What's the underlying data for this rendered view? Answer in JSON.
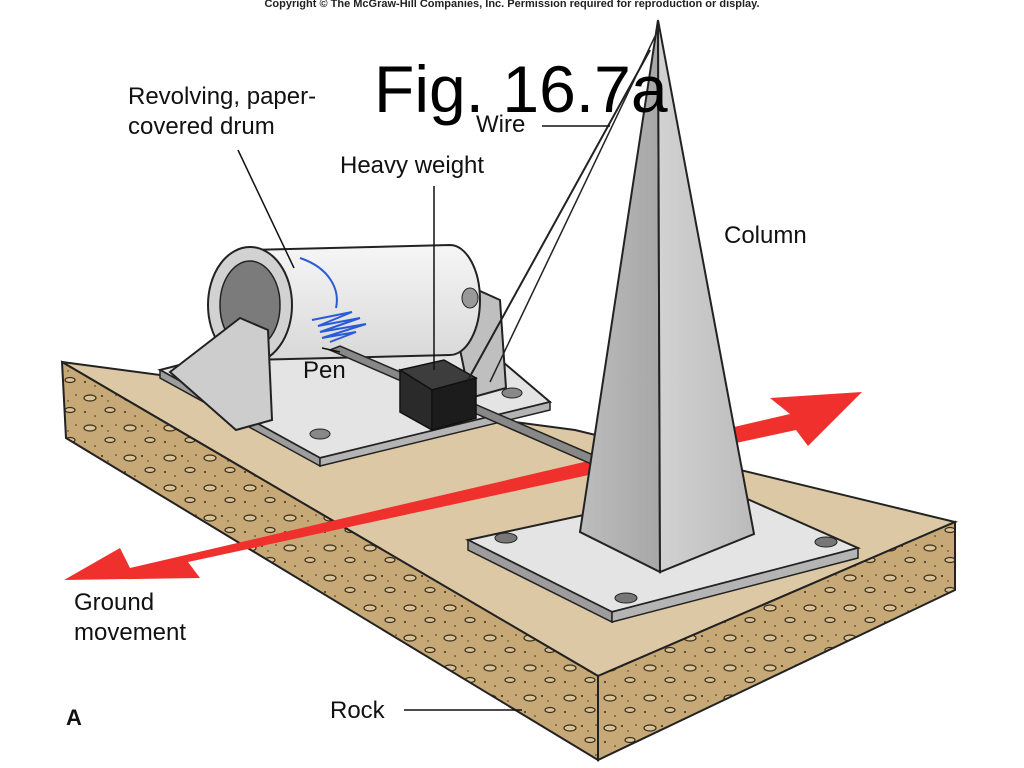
{
  "copyright": "Copyright © The McGraw-Hill Companies, Inc. Permission required for reproduction or display.",
  "figure_title": "Fig. 16.7a",
  "labels": {
    "drum_line1": "Revolving, paper-",
    "drum_line2": "covered drum",
    "wire": "Wire",
    "heavy_weight": "Heavy weight",
    "column": "Column",
    "pen": "Pen",
    "ground_line1": "Ground",
    "ground_line2": "movement",
    "rock": "Rock",
    "panel": "A"
  },
  "colors": {
    "rock_top": "#dcc8a4",
    "rock_side": "#c8ab7d",
    "metal": "#c9c9c9",
    "arrow": "#f0302c",
    "trace": "#2a5bd7"
  }
}
